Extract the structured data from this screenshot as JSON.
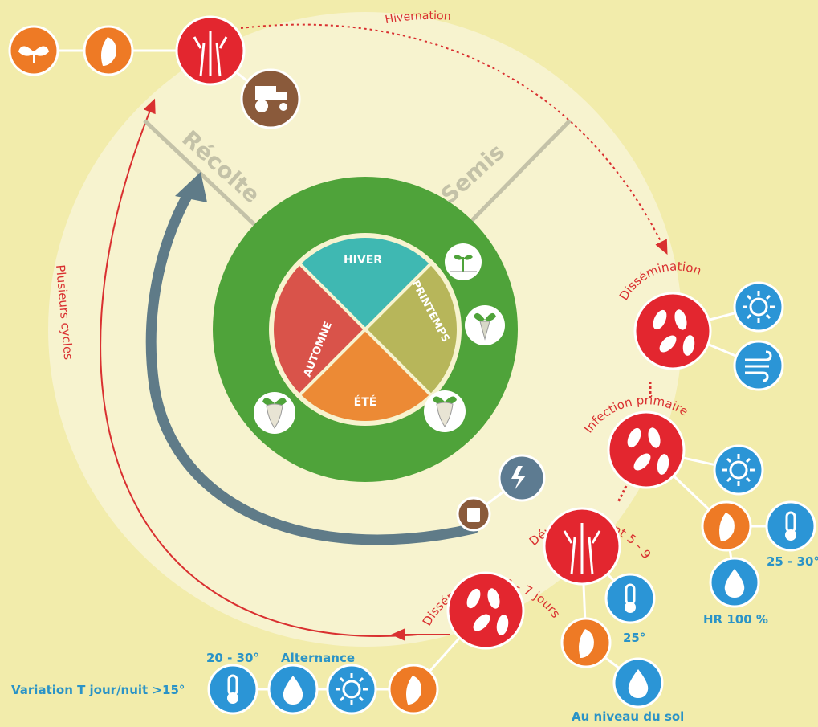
{
  "colors": {
    "background": "#f2ecab",
    "inner_disc": "#f7f3cf",
    "ring_green": "#4fa33a",
    "season_hiver": "#3fb8b2",
    "season_printemps": "#b7b65a",
    "season_ete": "#ec8a35",
    "season_automne": "#d9534a",
    "red_node": "#e3262f",
    "orange_node": "#ee7a25",
    "blue_node": "#2b95d6",
    "brown_node": "#8a5a3b",
    "slate_node": "#5d7b91",
    "arrow_gray": "#5f7b88",
    "axis_gray": "#c4c2a8",
    "red_line": "#d93030",
    "blue_text": "#2a93c7"
  },
  "seasons": {
    "hiver": "HIVER",
    "printemps": "PRINTEMPS",
    "ete": "ÉTÉ",
    "automne": "AUTOMNE"
  },
  "axes": {
    "recolte": "Récolte",
    "semis": "Semis"
  },
  "cycle": {
    "hivernation": "Hivernation",
    "plusieurs_cycles": "Plusieurs cycles",
    "dissemination": "Dissémination",
    "infection_primaire": "Infection primaire",
    "developpement": "Développement 5 - 9 jours",
    "dissemination2": "Dissémination 6 - 7 jours"
  },
  "conditions": {
    "temp_infection": "25 - 30°",
    "hr": "HR 100 %",
    "temp_dev": "25°",
    "sol": "Au niveau du sol",
    "temp_dissem": "20 - 30°",
    "alternance": "Alternance",
    "variation": "Variation T jour/nuit >15°"
  },
  "icons": {
    "seedling": "seedling-icon",
    "leaf": "leaf-icon",
    "roots": "roots-icon",
    "tractor": "tractor-icon",
    "spores": "spores-icon",
    "sun": "sun-icon",
    "wind": "wind-icon",
    "thermometer": "thermometer-icon",
    "drop": "water-drop-icon",
    "canister": "canister-icon",
    "storm": "storm-icon",
    "beet": "beet-icon"
  }
}
